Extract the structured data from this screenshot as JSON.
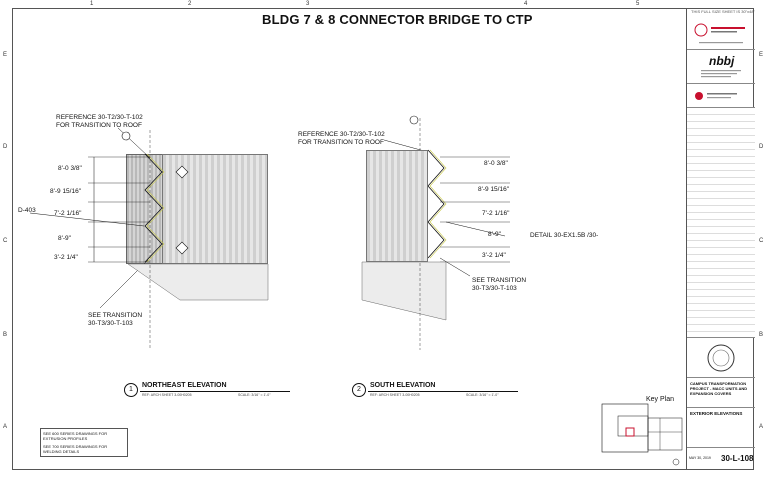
{
  "sheet": {
    "title": "BLDG 7 & 8 CONNECTOR BRIDGE TO CTP",
    "grid_numbers": [
      "1",
      "2",
      "3",
      "4",
      "5"
    ],
    "grid_letters": [
      "E",
      "D",
      "C",
      "B",
      "A"
    ],
    "top_banner": "THIS FULL SIZE SHEET IS 30\"x48\""
  },
  "northeast": {
    "reference_note": "REFERENCE 30-T2/30-T-102\nFOR TRANSITION TO ROOF",
    "dims": [
      "8'-0 3/8\"",
      "8'-9 15/16\"",
      "7'-2 1/16\"",
      "8'-9\"",
      "3'-2 1/4\""
    ],
    "side_tag": "D-403",
    "see_transition": "SEE TRANSITION\n30-T3/30-T-103",
    "number": "1",
    "name": "NORTHEAST ELEVATION",
    "ref": "REF: ARCH SHEET 3-00H0205",
    "scale": "SCALE: 3/16\" = 1'-0\""
  },
  "south": {
    "reference_note": "REFERENCE 30-T2/30-T-102\nFOR TRANSITION TO ROOF",
    "dims": [
      "8'-0 3/8\"",
      "8'-9 15/16\"",
      "7'-2 1/16\"",
      "8'-9\"",
      "3'-2 1/4\""
    ],
    "detail": "DETAIL 30-EX1.5B /30-",
    "see_transition": "SEE TRANSITION\n30-T3/30-T-103",
    "number": "2",
    "name": "SOUTH ELEVATION",
    "ref": "REF: ARCH SHEET 3-00H0205",
    "scale": "SCALE: 3/16\" = 1'-0\""
  },
  "notes": {
    "extrusion": "SEE 600 SERIES DRAWINGS FOR EXTRUSION PROFILES",
    "welding": "SEE 700 SERIES DRAWINGS FOR WELDING DETAILS"
  },
  "key_plan": {
    "title": "Key Plan"
  },
  "title_block": {
    "firm_logo": "nbbj",
    "project": "CAMPUS TRANSFORMATION PROJECT - MACC UNITS AND EXPANSION COVERS",
    "drawing_title": "EXTERIOR ELEVATIONS",
    "sheet_number": "30-L-108",
    "date": "MAY 30, 2019"
  },
  "colors": {
    "line": "#111111",
    "accent": "#c8102e",
    "panel": "#cfcfcf"
  }
}
